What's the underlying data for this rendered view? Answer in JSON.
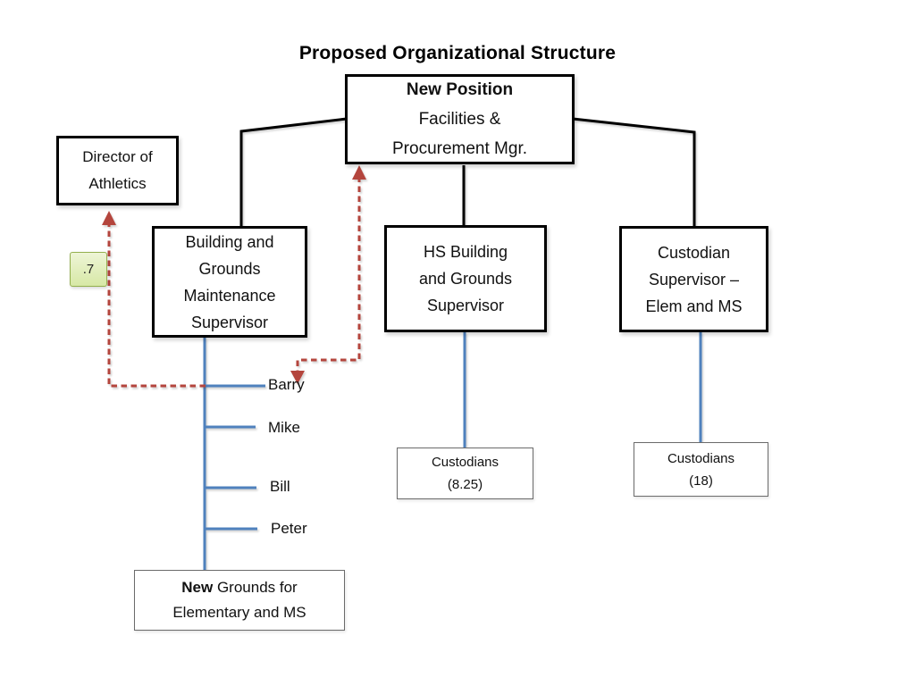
{
  "title": "Proposed Organizational Structure",
  "colors": {
    "connector_blue": "#4F81BD",
    "arrow_red": "#B4443C",
    "box_border": "#000000",
    "thin_box_border": "#6b6b6b",
    "badge_green_border": "#94B04E",
    "badge_green_fill_top": "#EEF5D6",
    "badge_green_fill_bottom": "#D7E8A6"
  },
  "nodes": {
    "new_position": {
      "lines": [
        "New Position",
        "Facilities &",
        "Procurement Mgr."
      ]
    },
    "director": {
      "lines": [
        "Director of",
        "Athletics"
      ]
    },
    "building": {
      "lines": [
        "Building and",
        "Grounds",
        "Maintenance",
        "Supervisor"
      ]
    },
    "hs": {
      "lines": [
        "HS Building",
        "and Grounds",
        "Supervisor"
      ]
    },
    "custodian_sup": {
      "lines": [
        "Custodian",
        "Supervisor –",
        "Elem and MS"
      ]
    },
    "custodians_hs": {
      "lines": [
        "Custodians",
        "(8.25)"
      ]
    },
    "custodians_elem": {
      "lines": [
        "Custodians",
        "(18)"
      ]
    },
    "new_grounds": {
      "bold_part": "New",
      "regular_part": " Grounds for",
      "line2": "Elementary and MS"
    },
    "fte_badge": ".7"
  },
  "staff": [
    "Barry",
    "Mike",
    "Bill",
    "Peter"
  ]
}
